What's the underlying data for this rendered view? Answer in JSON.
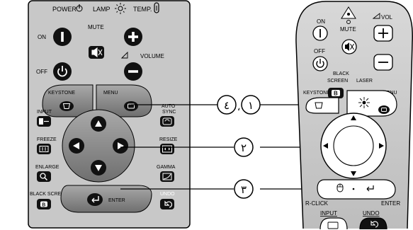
{
  "projector_panel": {
    "power_label": "POWER",
    "lamp_label": "LAMP",
    "temp_label": "TEMP.",
    "on_label": "ON",
    "off_label": "OFF",
    "mute_label": "MUTE",
    "volume_label": "VOLUME",
    "keystone_label": "KEYSTONE",
    "menu_label": "MENU",
    "auto_sync_label_1": "AUTO",
    "auto_sync_label_2": "SYNC",
    "input_label": "INPUT",
    "freeze_label": "FREEZE",
    "resize_label": "RESIZE",
    "enlarge_label": "ENLARGE",
    "gamma_label": "GAMMA",
    "black_screen_label": "BLACK SCREEN",
    "enter_label": "ENTER",
    "undo_label": "UNDO"
  },
  "callouts": {
    "step_4": "٤",
    "separator": "،",
    "step_1": "١",
    "step_2": "٢",
    "step_3": "٣"
  },
  "remote": {
    "on_label": "ON",
    "mute_label": "MUTE",
    "vol_label": "VOL",
    "off_label": "OFF",
    "black_screen_label_1": "BLACK",
    "black_screen_label_2": "SCREEN",
    "laser_label": "LASER",
    "keystone_label": "KEYSTONE",
    "menu_label": "MENU",
    "r_click_label": "R-CLICK",
    "enter_label": "ENTER",
    "input_label": "INPUT",
    "undo_label": "UNDO"
  },
  "colors": {
    "panel_bg": "#c8c8c8",
    "button_black": "#111111",
    "key_gray": "#8a8a8a",
    "line": "#000000"
  }
}
